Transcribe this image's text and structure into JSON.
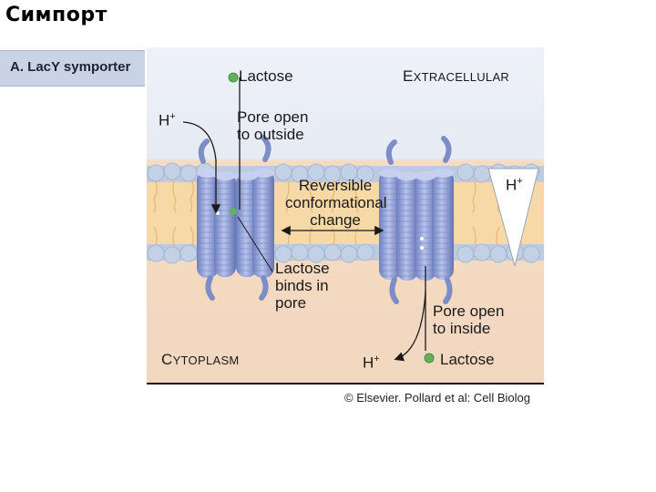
{
  "slide": {
    "title": "Симпорт"
  },
  "figure": {
    "panel_label": "A. LacY symporter",
    "labels": {
      "lactose_top": "Lactose",
      "extracellular_big": "E",
      "extracellular_rest": "XTRACELLULAR",
      "h_plus_left": "H",
      "pore_open_outside_1": "Pore open",
      "pore_open_outside_2": "to outside",
      "reversible_1": "Reversible",
      "reversible_2": "conformational",
      "reversible_3": "change",
      "h_plus_gradient": "H",
      "lactose_binds_1": "Lactose",
      "lactose_binds_2": "binds in",
      "lactose_binds_3": "pore",
      "pore_open_inside_1": "Pore open",
      "pore_open_inside_2": "to inside",
      "cytoplasm_big": "C",
      "cytoplasm_rest": "YTOPLASM",
      "h_plus_bottom": "H",
      "lactose_bottom": "Lactose",
      "plus": "+"
    },
    "credit": "© Elsevier. Pollard et al: Cell Biolog",
    "colors": {
      "extracellular": "#e9edf6",
      "membrane_core": "#f6d9a6",
      "head_groups": "#b8c9de",
      "cytoplasm": "#f4dcc2",
      "protein": "#8f9fd6",
      "lactose": "#5fb35a"
    }
  }
}
